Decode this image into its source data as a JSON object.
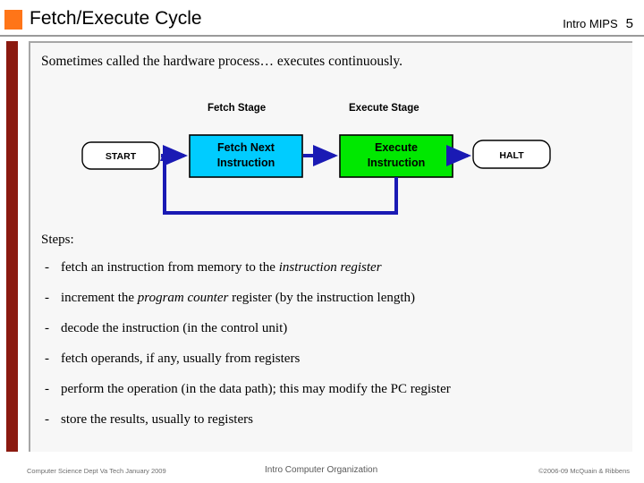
{
  "header": {
    "title": "Fetch/Execute Cycle",
    "subtitle": "Intro MIPS",
    "page_number": "5",
    "accent_color": "#ff7518",
    "rule_color": "#9a9a9a"
  },
  "sidebar": {
    "accent_bar_color": "#8b1a10"
  },
  "content": {
    "intro_text": "Sometimes called the hardware process… executes continuously.",
    "panel_bg": "#f7f7f7",
    "panel_border_color": "#a6a6a6"
  },
  "diagram": {
    "stage_labels": [
      {
        "id": "fetch-stage",
        "text": "Fetch Stage"
      },
      {
        "id": "execute-stage",
        "text": "Execute Stage"
      }
    ],
    "terminals": [
      {
        "id": "start",
        "text": "START"
      },
      {
        "id": "halt",
        "text": "HALT"
      }
    ],
    "process_boxes": [
      {
        "id": "fetch-next-instruction",
        "line1": "Fetch Next",
        "line2": "Instruction",
        "fill": "#00ccff",
        "stroke": "#000000"
      },
      {
        "id": "execute-instruction",
        "line1": "Execute",
        "line2": "Instruction",
        "fill": "#00e800",
        "stroke": "#000000"
      }
    ],
    "arrow_color": "#1a1ab4",
    "terminal_fill": "#ffffff",
    "terminal_stroke": "#000000"
  },
  "steps": {
    "heading": "Steps:",
    "bullet_marker": "-",
    "items": [
      {
        "before": "fetch an instruction from memory to the ",
        "emphasis": "instruction register",
        "after": ""
      },
      {
        "before": "increment the ",
        "emphasis": "program counter",
        "after": " register (by the instruction length)"
      },
      {
        "before": "decode the instruction (in the control unit)",
        "emphasis": "",
        "after": ""
      },
      {
        "before": "fetch operands, if any, usually from registers",
        "emphasis": "",
        "after": ""
      },
      {
        "before": "perform the operation (in the data path); this may modify the PC register",
        "emphasis": "",
        "after": ""
      },
      {
        "before": "store the results, usually to registers",
        "emphasis": "",
        "after": ""
      }
    ]
  },
  "footer": {
    "left": "Computer Science Dept Va Tech January 2009",
    "center": "Intro Computer Organization",
    "right": "©2006-09  McQuain & Ribbens"
  }
}
